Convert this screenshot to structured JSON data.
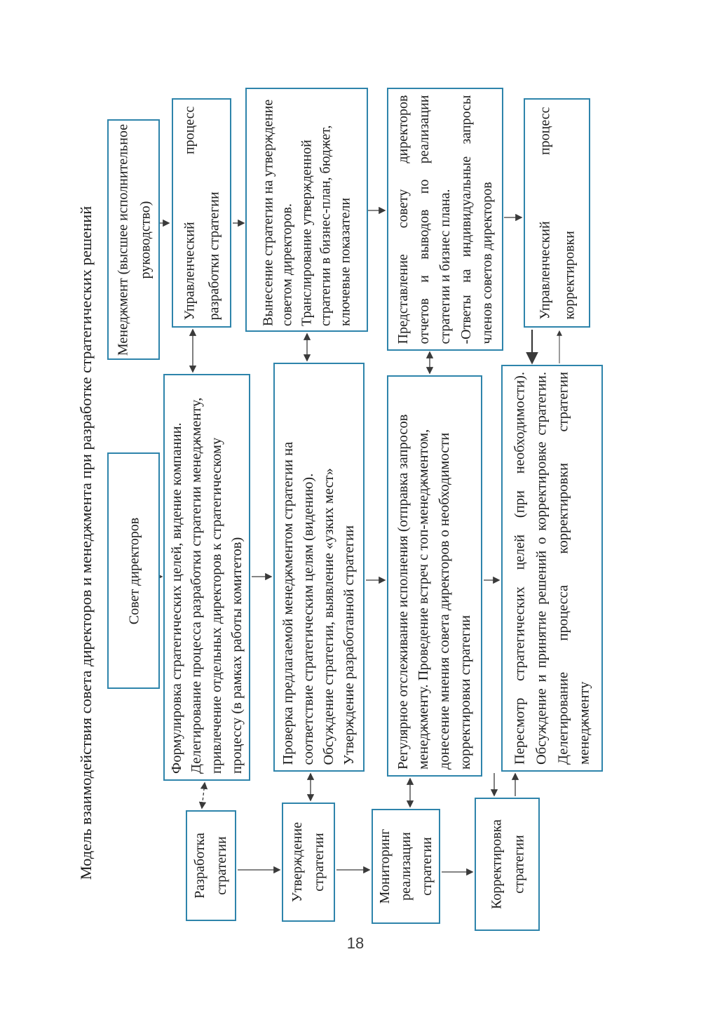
{
  "title": "Модель взаимодействия совета директоров и менеджмента при разработке стратегических решений",
  "page_number": "18",
  "colors": {
    "box_border": "#2e84ab",
    "arrow": "#3a3a3a",
    "text": "#1c1c1c",
    "background": "#ffffff"
  },
  "headers": {
    "management": "Менеджмент (высшее исполнительное руководство)",
    "board": "Совет директоров"
  },
  "management_process": {
    "development": "Управленческий процесс разработки стратегии",
    "approval_submission": "Вынесение стратегии на утверждение советом директоров.\nТранслирование утвержденной стратегии в бизнес-план, бюджет, ключевые показатели",
    "reporting": "Представление совету директоров отчетов и выводов по реализации стратегии и бизнес плана.\n-Ответы на индивидуальные запросы членов советов директоров",
    "adjustment": "Управленческий процесс корректировки"
  },
  "board_actions": {
    "formulate_goals": "Формулировка стратегических целей, видение компании.\nДелегирование процесса разработки стратегии менеджменту, привлечение отдельных директоров к стратегическому процессу (в рамках работы комитетов)",
    "review_approve": "Проверка предлагаемой менеджментом стратегии на соответствие стратегическим целям (видению).\nОбсуждение стратегии, выявление «узких мест»\nУтверждение разработанной стратегии",
    "monitor": "Регулярное отслеживание исполнения (отправка запросов менеджменту. Проведение встреч с топ-менеджментом, донесение мнения совета директоров о необходимости корректировки стратегии",
    "revise": "Пересмотр стратегических целей (при необходимости). Обсуждение и принятие решений о корректировке стратегии. Делегирование процесса корректировки стратегии менеджменту"
  },
  "stages": {
    "development": "Разработка стратегии",
    "approval": "Утверждение стратегии",
    "monitoring": "Мониторинг реализации стратегии",
    "adjustment": "Корректировка стратегии"
  }
}
